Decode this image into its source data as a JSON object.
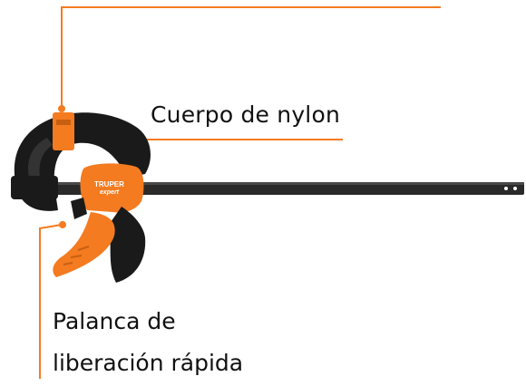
{
  "callouts": {
    "body_label": "Cuerpo de nylon",
    "lever_label_line1": "Palanca de",
    "lever_label_line2": "liberación rápida"
  },
  "brand": {
    "name": "TRUPER",
    "line": "expert"
  },
  "colors": {
    "orange": "#F47B20",
    "black": "#1A1A1A",
    "bar": "#2A2A2A",
    "leader": "#F47B20"
  }
}
